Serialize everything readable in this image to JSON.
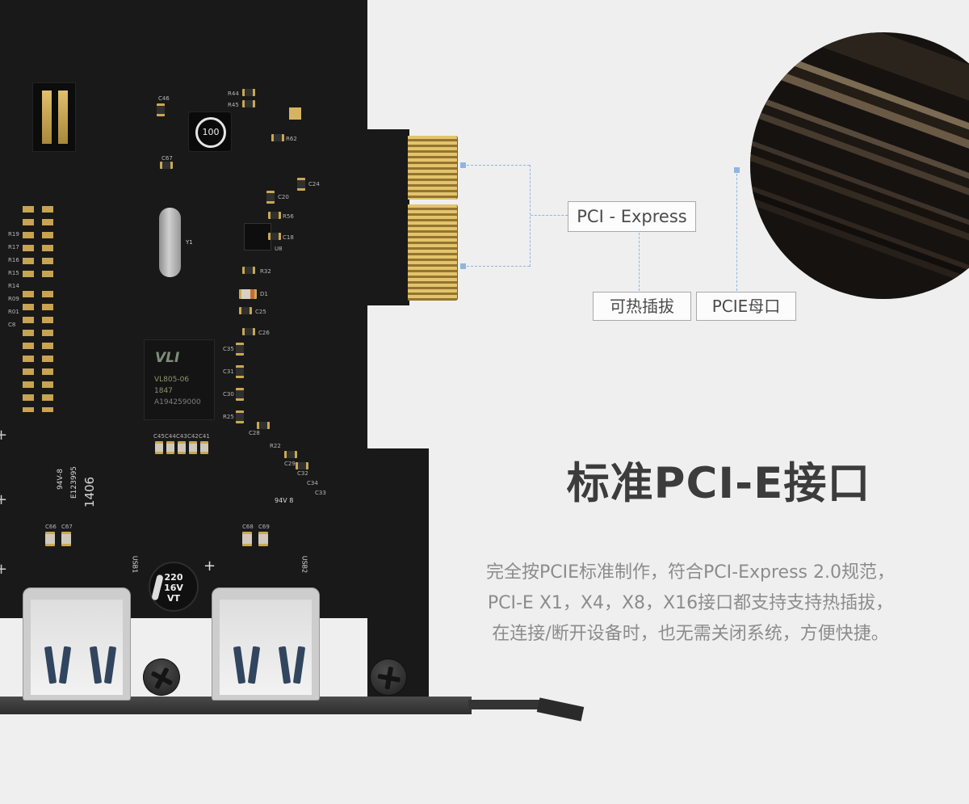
{
  "callouts": {
    "pci_express": "PCI - Express",
    "hot_swap": "可热插拔",
    "pcie_female": "PCIE母口"
  },
  "section": {
    "title": "标准PCI-E接口",
    "desc": [
      "完全按PCIE标准制作，符合PCI-Express 2.0规范，",
      "PCI-E X1，X4，X8，X16接口都支持支持热插拔，",
      "在连接/断开设备时，也无需关闭系统，方便快捷。"
    ]
  },
  "pcb": {
    "chip": {
      "logo": "VLI",
      "model": "VL805-06",
      "date": "1847",
      "serial": "A194259000"
    },
    "inductor": "100",
    "crystal": "Y1",
    "capacitor": [
      "220",
      "16V",
      "VT"
    ],
    "usb": [
      "USB1",
      "USB2"
    ],
    "silk": {
      "cert": "94V-8",
      "code": "E123995",
      "batch": "1406",
      "mid": "94V 8"
    },
    "labels": {
      "left": [
        "R19",
        "R17",
        "R16",
        "R15",
        "R14",
        "R09",
        "R01",
        "C8"
      ],
      "top": [
        "C46",
        "R44",
        "R45",
        "C67",
        "R62",
        "C24",
        "C20"
      ],
      "mid": [
        "R56",
        "C18",
        "U8",
        "R32",
        "C25",
        "D1",
        "C26"
      ],
      "col": [
        "C35",
        "C31",
        "C30",
        "R25",
        "C28"
      ],
      "low": [
        "R22",
        "C29",
        "C32",
        "C34",
        "C33"
      ],
      "caps": [
        "C45",
        "C44",
        "C43",
        "C42",
        "C41"
      ],
      "bot": [
        "C68",
        "C69",
        "C66",
        "C67"
      ]
    }
  },
  "colors": {
    "accent_line": "#8fb6e0",
    "pcb": "#191919",
    "gold": "#d2ae58",
    "background": "#efefef"
  }
}
